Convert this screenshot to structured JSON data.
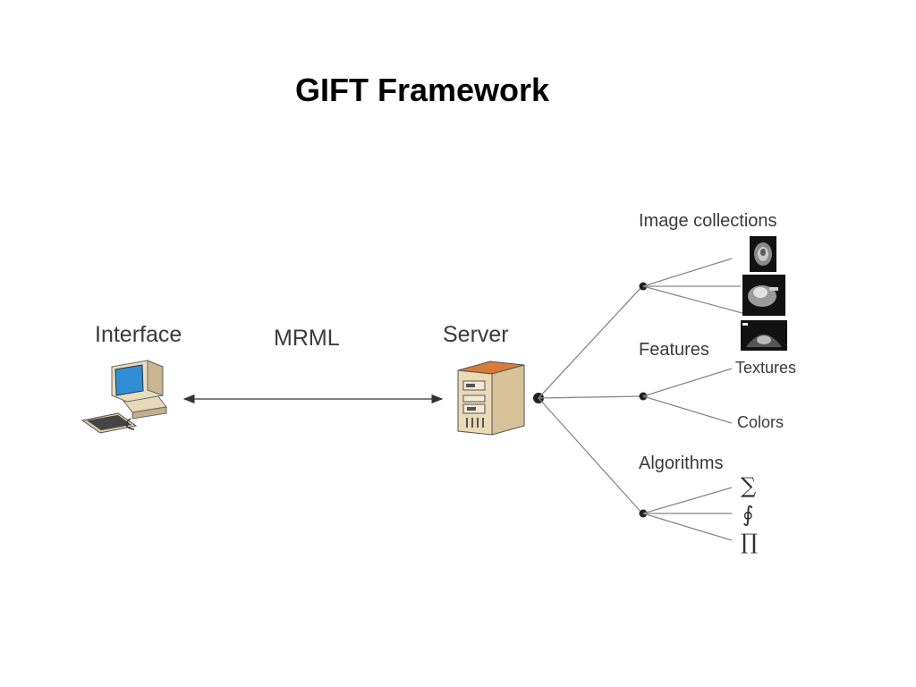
{
  "title": "GIFT Framework",
  "nodes": {
    "interface": "Interface",
    "protocol": "MRML",
    "server": "Server"
  },
  "branches": {
    "images": {
      "label": "Image collections",
      "thumbnails": [
        "medical-scan-thumbnail",
        "medical-scan-thumbnail",
        "ultrasound-scan-thumbnail"
      ]
    },
    "features": {
      "label": "Features",
      "items": [
        "Textures",
        "Colors"
      ]
    },
    "algorithms": {
      "label": "Algorithms",
      "symbols": [
        "∑",
        "∮",
        "∏"
      ]
    }
  }
}
